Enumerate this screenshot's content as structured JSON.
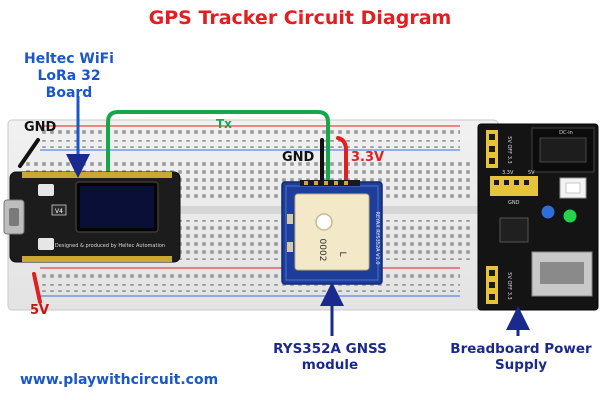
{
  "title": "GPS Tracker Circuit Diagram",
  "labels": {
    "heltec_board": "Heltec WiFi LoRa 32 Board",
    "gnss_module": "RYS352A GNSS module",
    "power_supply": "Breadboard Power Supply",
    "website": "www.playwithcircuit.com",
    "gnd_left": "GND",
    "gnd_right": "GND",
    "v33": "3.3V",
    "v5": "5V",
    "tx": "Tx"
  },
  "chip_text": {
    "antenna_code": "0002",
    "antenna_letter": "L",
    "module_side": "REYAX RYS352A V1.0",
    "board_line1": "Designed & produced by Heltec Automation",
    "board_badge": "V4",
    "psu_top": "5V OFF 3.3",
    "psu_bottom": "5V OFF 3.3",
    "psu_33": "3.3V",
    "psu_5v": "5V",
    "psu_gnd": "GND",
    "psu_dcin": "DC-in"
  },
  "colors": {
    "title": "#e31e1e",
    "labels_blue": "#1a57c8",
    "labels_navy": "#1a2a8c",
    "wire_green": "#14a84b",
    "wire_red": "#e31e1e",
    "wire_black": "#111111",
    "arrow_blue": "#1a2a8c"
  }
}
